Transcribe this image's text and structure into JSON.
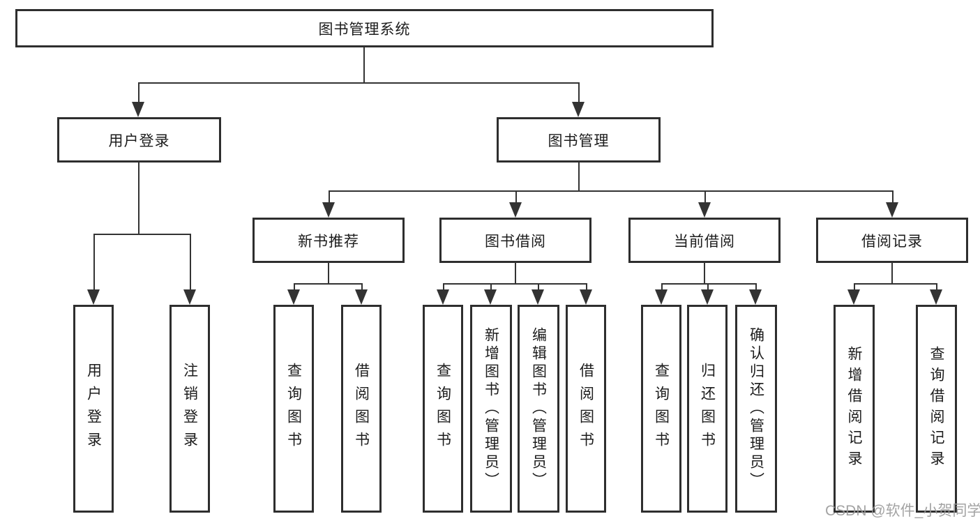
{
  "diagram": {
    "root": "图书管理系统",
    "level1": [
      "用户登录",
      "图书管理"
    ],
    "level2": [
      "新书推荐",
      "图书借阅",
      "当前借阅",
      "借阅记录"
    ],
    "user_login_children": [
      "用户登录",
      "注销登录"
    ],
    "new_book_children": [
      "查询图书",
      "借阅图书"
    ],
    "book_borrow_children": [
      "查询图书",
      "新增图书（管理员）",
      "编辑图书（管理员）",
      "借阅图书"
    ],
    "current_borrow_children": [
      "查询图书",
      "归还图书",
      "确认归还（管理员）"
    ],
    "record_children": [
      "新增借阅记录",
      "查询借阅记录"
    ]
  },
  "watermark": {
    "text": "CSDN @软件_小贺同学",
    "color": "#9a9a9a"
  },
  "colors": {
    "line": "#333333",
    "box_border": "#2e2e2e",
    "text": "#1c1c1c",
    "background": "#ffffff"
  }
}
